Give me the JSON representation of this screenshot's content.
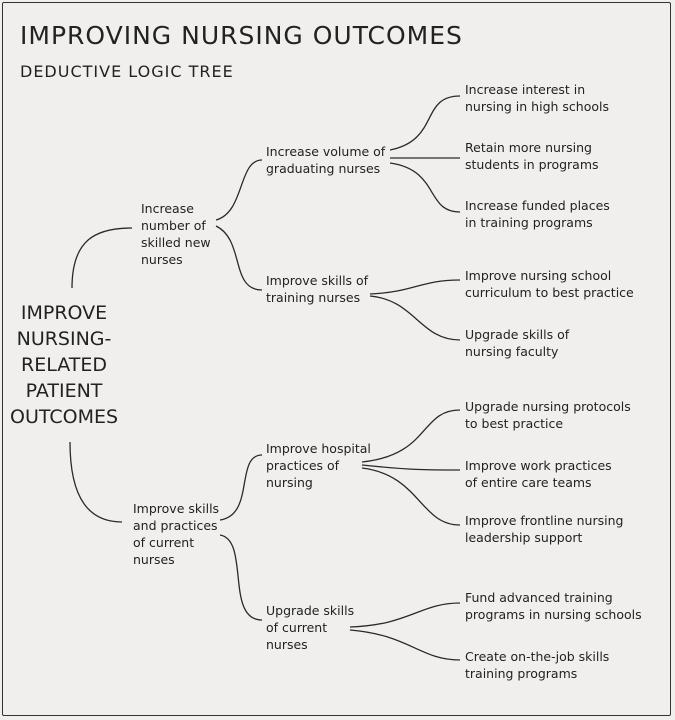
{
  "title": "IMPROVING NURSING OUTCOMES",
  "subtitle": "DEDUCTIVE LOGIC TREE",
  "root": {
    "lines": [
      "IMPROVE",
      "NURSING-",
      "RELATED",
      "PATIENT",
      "OUTCOMES"
    ]
  },
  "level1": [
    {
      "lines": [
        "Increase",
        "number of",
        "skilled new",
        "nurses"
      ]
    },
    {
      "lines": [
        "Improve skills",
        "and practices",
        "of current",
        "nurses"
      ]
    }
  ],
  "level2": [
    {
      "lines": [
        "Increase volume of",
        "graduating nurses"
      ]
    },
    {
      "lines": [
        "Improve skills of",
        "training nurses"
      ]
    },
    {
      "lines": [
        "Improve hospital",
        "practices of",
        "nursing"
      ]
    },
    {
      "lines": [
        "Upgrade skills",
        "of current",
        "nurses"
      ]
    }
  ],
  "level3": [
    {
      "lines": [
        "Increase interest in",
        "nursing in high schools"
      ]
    },
    {
      "lines": [
        "Retain more nursing",
        "students in programs"
      ]
    },
    {
      "lines": [
        "Increase funded places",
        "in training programs"
      ]
    },
    {
      "lines": [
        "Improve nursing school",
        "curriculum to best practice"
      ]
    },
    {
      "lines": [
        "Upgrade skills of",
        "nursing faculty"
      ]
    },
    {
      "lines": [
        "Upgrade nursing protocols",
        "to best practice"
      ]
    },
    {
      "lines": [
        "Improve work practices",
        "of entire care teams"
      ]
    },
    {
      "lines": [
        "Improve frontline nursing",
        "leadership support"
      ]
    },
    {
      "lines": [
        "Fund advanced training",
        "programs in nursing schools"
      ]
    },
    {
      "lines": [
        "Create on-the-job skills",
        "training programs"
      ]
    }
  ]
}
